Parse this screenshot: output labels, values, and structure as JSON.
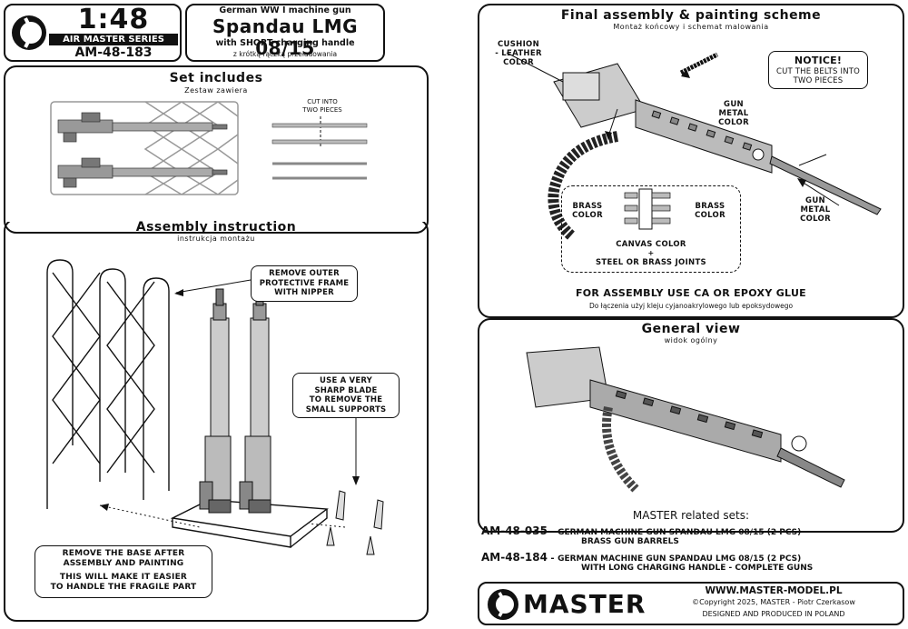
{
  "left_page": {
    "header": {
      "scale": "1:48",
      "series": "AIR MASTER SERIES",
      "code": "AM-48-183",
      "subtitle": "German WW I machine gun",
      "title": "Spandau LMG 08/15",
      "variant": "with SHORT charging handle",
      "variant_pl": "z krótką rączką przeładowania"
    },
    "set_includes": {
      "title": "Set includes",
      "subtitle": "Zestaw zawiera",
      "cut_note_line1": "CUT INTO",
      "cut_note_line2": "TWO PIECES"
    },
    "assembly": {
      "title": "Assembly instruction",
      "subtitle": "instrukcja montażu",
      "frame_note": [
        "REMOVE OUTER",
        "PROTECTIVE FRAME",
        "WITH NIPPER"
      ],
      "blade_note": [
        "USE A VERY",
        "SHARP BLADE",
        "TO REMOVE THE",
        "SMALL SUPPORTS"
      ],
      "base_note": [
        "Remove the base after",
        "assembly and painting",
        "This will make it easier",
        "to handle the fragile part"
      ]
    }
  },
  "right_page": {
    "final": {
      "title": "Final assembly & painting scheme",
      "subtitle": "Montaż końcowy i schemat malowania",
      "cushion_label": [
        "CUSHION",
        "- LEATHER",
        "COLOR"
      ],
      "gun_metal_label_1": [
        "GUN",
        "METAL",
        "COLOR"
      ],
      "gun_metal_label_2": [
        "GUN",
        "METAL",
        "COLOR"
      ],
      "notice_title": "NOTICE!",
      "notice_text": [
        "CUT THE BELTS INTO",
        "TWO PIECES"
      ],
      "brass_left": [
        "BRASS",
        "COLOR"
      ],
      "brass_right": [
        "BRASS",
        "COLOR"
      ],
      "canvas": "CANVAS COLOR",
      "plus": "+",
      "joints": "STEEL OR BRASS JOINTS",
      "glue_note": "For assembly use CA or EPOXY glue",
      "glue_note_pl": "Do łączenia użyj kleju cyjanoakrylowego lub epoksydowego"
    },
    "general": {
      "title": "General view",
      "subtitle": "widok ogólny"
    },
    "related": {
      "title": "MASTER related sets:",
      "items": [
        {
          "code": "AM-48-035",
          "dash": "-",
          "line1": "German machine gun Spandau LMG 08/15 (2 pcs)",
          "line2": "brass gun barrels"
        },
        {
          "code": "AM-48-184",
          "dash": "-",
          "line1": "German machine gun Spandau LMG 08/15 (2 pcs)",
          "line2": "with LONG charging handle - complete guns"
        }
      ]
    },
    "footer": {
      "brand": "MASTER",
      "url": "www.master-model.pl",
      "copyright": "©Copyright 2025, MASTER - Piotr Czerkasow",
      "made": "Designed and produced in POLAND"
    }
  }
}
